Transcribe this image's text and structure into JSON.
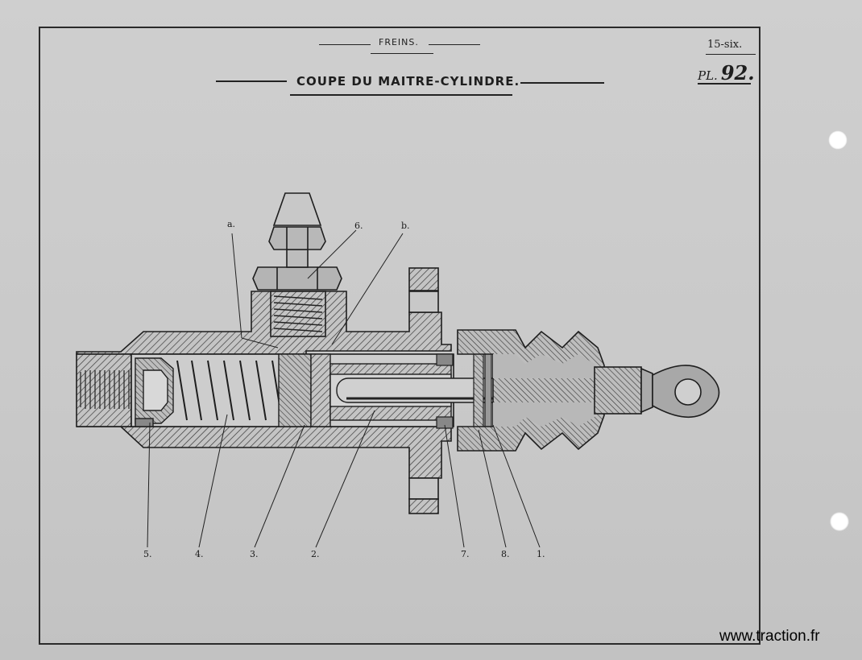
{
  "header": {
    "section": "FREINS.",
    "title": "COUPE DU MAITRE-CYLINDRE.",
    "code": "15-six.",
    "plate_prefix": "PL.",
    "plate_number": "92."
  },
  "callouts": {
    "a": "a.",
    "b": "b.",
    "six": "6.",
    "one": "1.",
    "two": "2.",
    "three": "3.",
    "four": "4.",
    "five": "5.",
    "seven": "7.",
    "eight": "8."
  },
  "watermark": "www.traction.fr",
  "colors": {
    "paper": "#cfcfcf",
    "ink": "#1e1e1e",
    "hatch": "#3a3a3a"
  }
}
